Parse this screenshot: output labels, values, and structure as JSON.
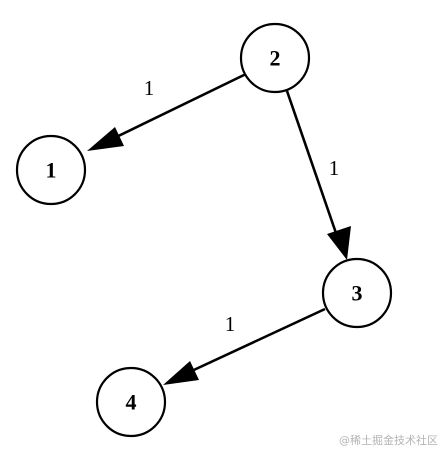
{
  "graph": {
    "nodes": [
      {
        "id": "1",
        "label": "1"
      },
      {
        "id": "2",
        "label": "2"
      },
      {
        "id": "3",
        "label": "3"
      },
      {
        "id": "4",
        "label": "4"
      }
    ],
    "edges": [
      {
        "from": "2",
        "to": "1",
        "weight": "1"
      },
      {
        "from": "2",
        "to": "3",
        "weight": "1"
      },
      {
        "from": "3",
        "to": "4",
        "weight": "1"
      }
    ]
  },
  "watermark": "@稀土掘金技术社区"
}
